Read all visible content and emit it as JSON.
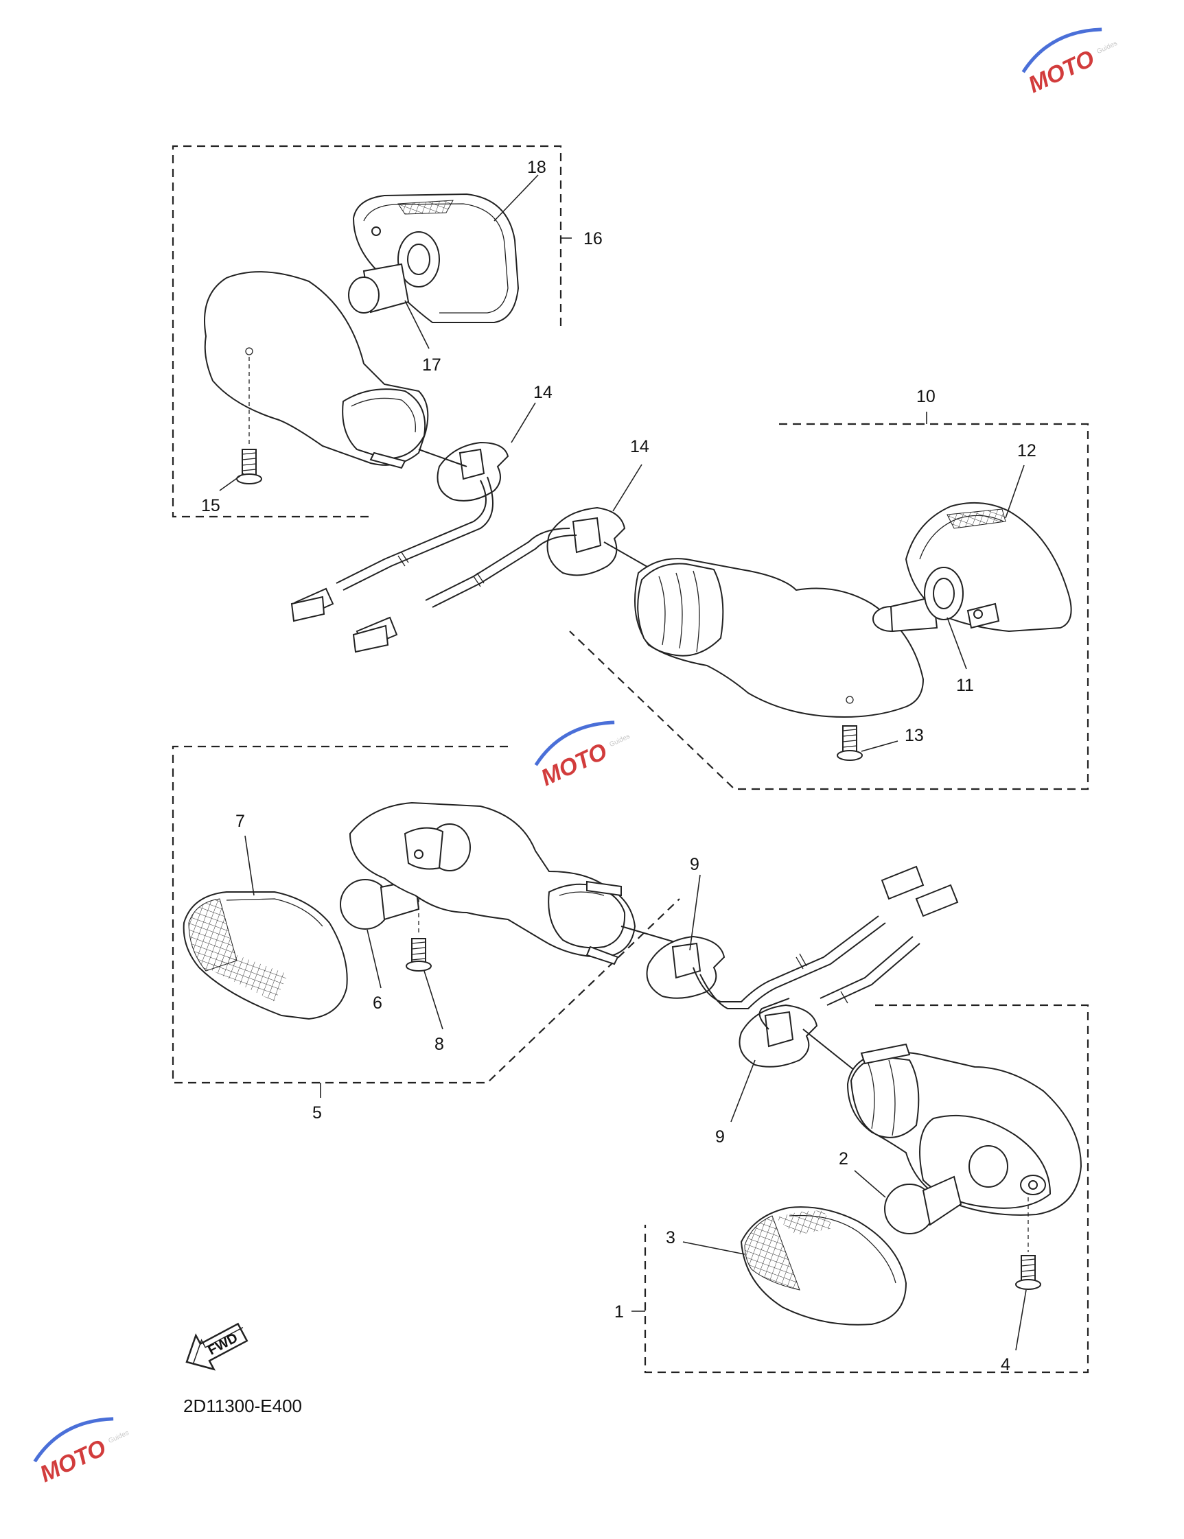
{
  "diagram_code": "2D11300-E400",
  "fwd_label": "FWD",
  "watermark": {
    "text": "MOTO",
    "sub": "Guides",
    "accent": "#d23c3c",
    "swoosh": "#4a6fd8"
  },
  "callouts": [
    "1",
    "2",
    "3",
    "4",
    "5",
    "6",
    "7",
    "8",
    "9",
    "9",
    "10",
    "11",
    "12",
    "13",
    "14",
    "14",
    "15",
    "16",
    "17",
    "18"
  ]
}
